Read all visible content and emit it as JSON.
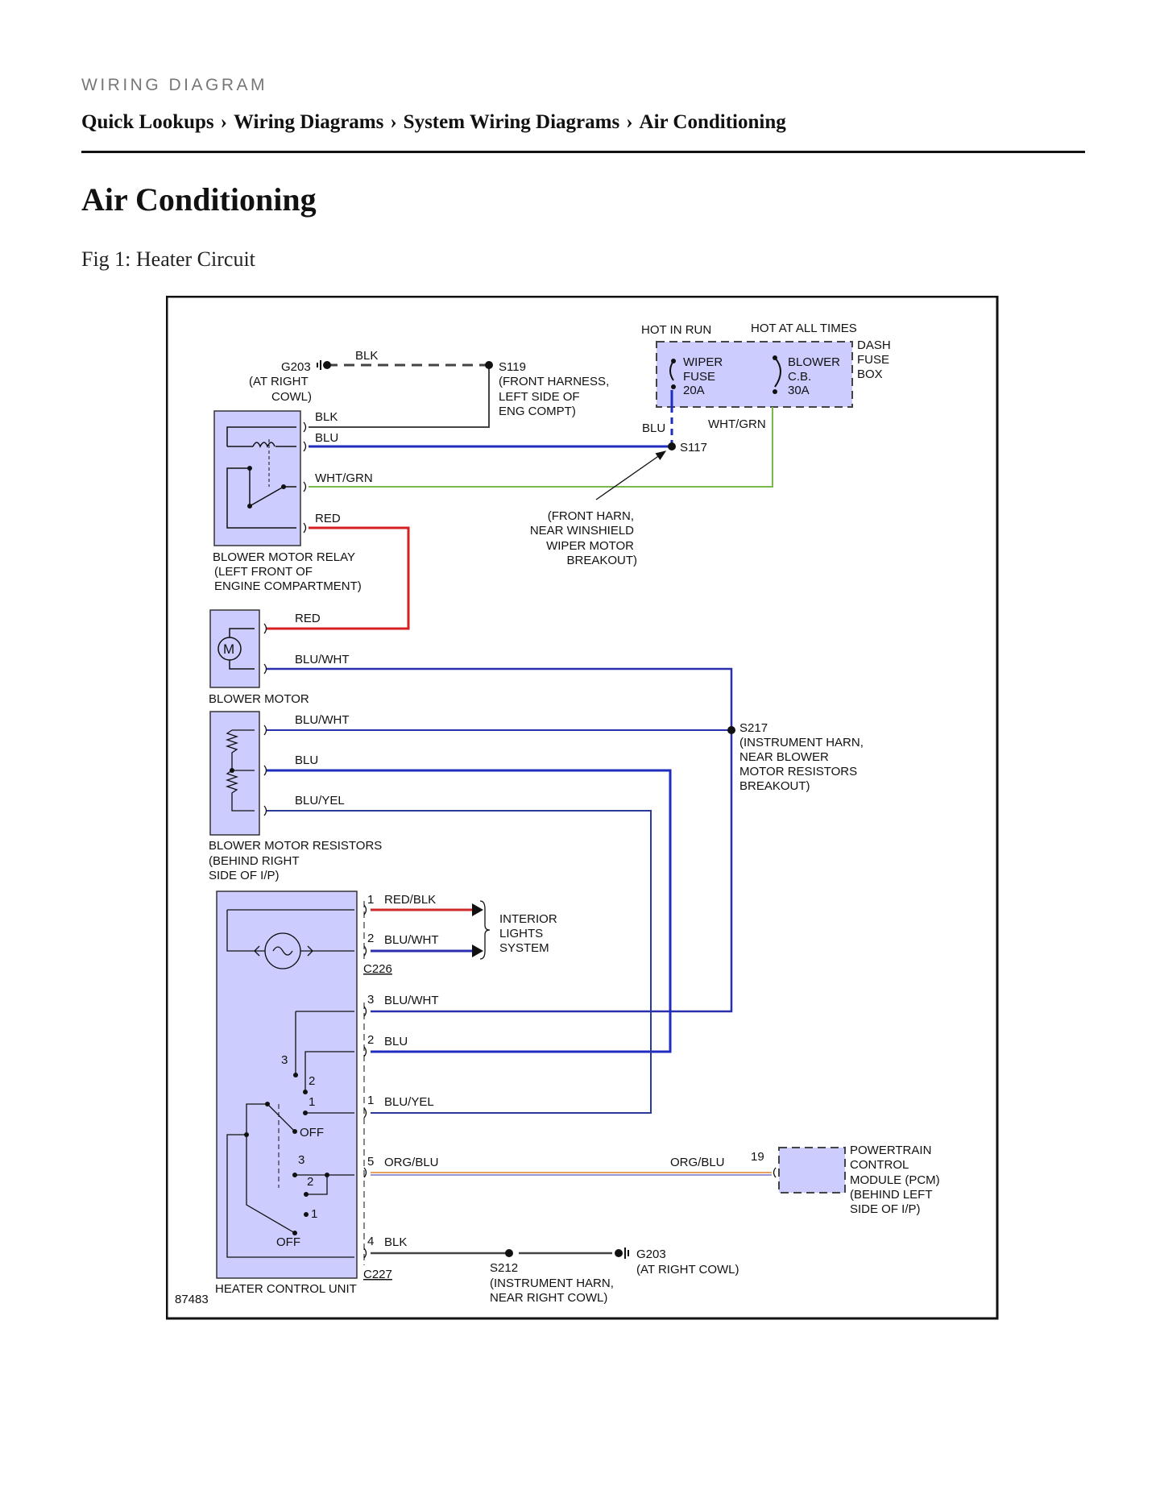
{
  "header": {
    "doc_type": "WIRING DIAGRAM",
    "breadcrumb": [
      "Quick Lookups",
      "Wiring Diagrams",
      "System Wiring Diagrams",
      "Air Conditioning"
    ],
    "separator": "›"
  },
  "page_title": "Air Conditioning",
  "figure": {
    "caption": "Fig 1: Heater Circuit",
    "number": "87483"
  },
  "colors": {
    "BLK": "#444444",
    "BLU": "#1f2dbf",
    "WHT/GRN": "#79b84c",
    "RED": "#d42020",
    "BLU/WHT": "#2a2fb0",
    "BLU/YEL": "#2a3a9a",
    "RED/BLK": "#cc2a2a",
    "ORG/BLU": "#e8a060",
    "component_fill": "#ccccff"
  },
  "labels": {
    "hot_in_run": "HOT IN RUN",
    "hot_at_all_times": "HOT AT ALL TIMES",
    "dash_fuse_box": [
      "DASH",
      "FUSE",
      "BOX"
    ],
    "wiper_fuse": [
      "WIPER",
      "FUSE",
      "20A"
    ],
    "blower_cb": [
      "BLOWER",
      "C.B.",
      "30A"
    ],
    "g203_top": [
      "G203",
      "(AT RIGHT",
      "COWL)"
    ],
    "s119": [
      "S119",
      "(FRONT HARNESS,",
      "LEFT SIDE OF",
      "ENG COMPT)"
    ],
    "s117": "S117",
    "s117_note": [
      "(FRONT HARN,",
      "NEAR WINSHIELD",
      "WIPER MOTOR",
      "BREAKOUT)"
    ],
    "blower_motor_relay": [
      "BLOWER MOTOR RELAY",
      "(LEFT FRONT OF",
      "ENGINE COMPARTMENT)"
    ],
    "blower_motor": "BLOWER MOTOR",
    "motor_symbol": "M",
    "s217": [
      "S217",
      "(INSTRUMENT HARN,",
      "NEAR BLOWER",
      "MOTOR RESISTORS",
      "BREAKOUT)"
    ],
    "blower_motor_resistors": [
      "BLOWER MOTOR RESISTORS",
      "(BEHIND RIGHT",
      "SIDE OF I/P)"
    ],
    "interior_lights": [
      "INTERIOR",
      "LIGHTS",
      "SYSTEM"
    ],
    "c226": "C226",
    "c227": "C227",
    "heater_control_unit": "HEATER CONTROL UNIT",
    "pcm": [
      "POWERTRAIN",
      "CONTROL",
      "MODULE (PCM)",
      "(BEHIND LEFT",
      "SIDE OF I/P)"
    ],
    "pcm_pin": "19",
    "s212": [
      "S212",
      "(INSTRUMENT HARN,",
      "NEAR RIGHT COWL)"
    ],
    "g203_bottom": [
      "G203",
      "(AT RIGHT COWL)"
    ],
    "switch1_positions": [
      "3",
      "2",
      "1",
      "OFF"
    ],
    "switch2_positions": [
      "3",
      "2",
      "1",
      "OFF"
    ]
  },
  "wires": {
    "blk_g203": "BLK",
    "blk_relay": "BLK",
    "blu_relay": "BLU",
    "wht_grn_relay": "WHT/GRN",
    "red_relay": "RED",
    "blu_s117": "BLU",
    "wht_grn_cb": "WHT/GRN",
    "red_motor": "RED",
    "blu_wht_motor": "BLU/WHT",
    "blu_wht_res": "BLU/WHT",
    "blu_res": "BLU",
    "blu_yel_res": "BLU/YEL",
    "red_blk_hcu": "RED/BLK",
    "blu_wht_lights": "BLU/WHT",
    "blu_wht_hcu": "BLU/WHT",
    "blu_hcu": "BLU",
    "blu_yel_hcu": "BLU/YEL",
    "org_blu_hcu": "ORG/BLU",
    "org_blu_pcm": "ORG/BLU",
    "blk_hcu": "BLK"
  },
  "pins": {
    "c226_1": "1",
    "c226_2": "2",
    "c227_3": "3",
    "c227_2": "2",
    "c227_1": "1",
    "c227_5": "5",
    "c227_4": "4"
  }
}
